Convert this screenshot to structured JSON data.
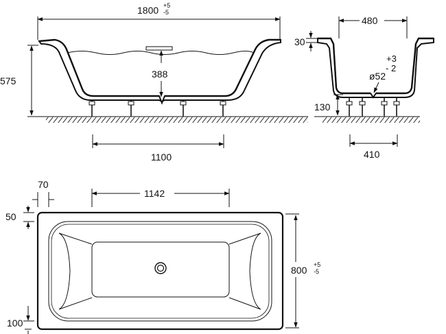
{
  "dimensions": {
    "side_length": "1800",
    "side_length_tol_plus": "+5",
    "side_length_tol_minus": "-5",
    "side_height": "575",
    "side_depth": "388",
    "side_feet_span": "1100",
    "end_width": "480",
    "end_rim": "30",
    "end_drain_tol_plus": "+3",
    "end_drain_tol_minus": "- 2",
    "end_drain_diameter": "ø52",
    "end_foot_height": "130",
    "end_feet_span": "410",
    "top_rim_offset": "70",
    "top_inner_length": "1142",
    "top_side_rim": "50",
    "top_width": "800",
    "top_width_tol_plus": "+5",
    "top_width_tol_minus": "-5",
    "top_end_rim": "100"
  }
}
